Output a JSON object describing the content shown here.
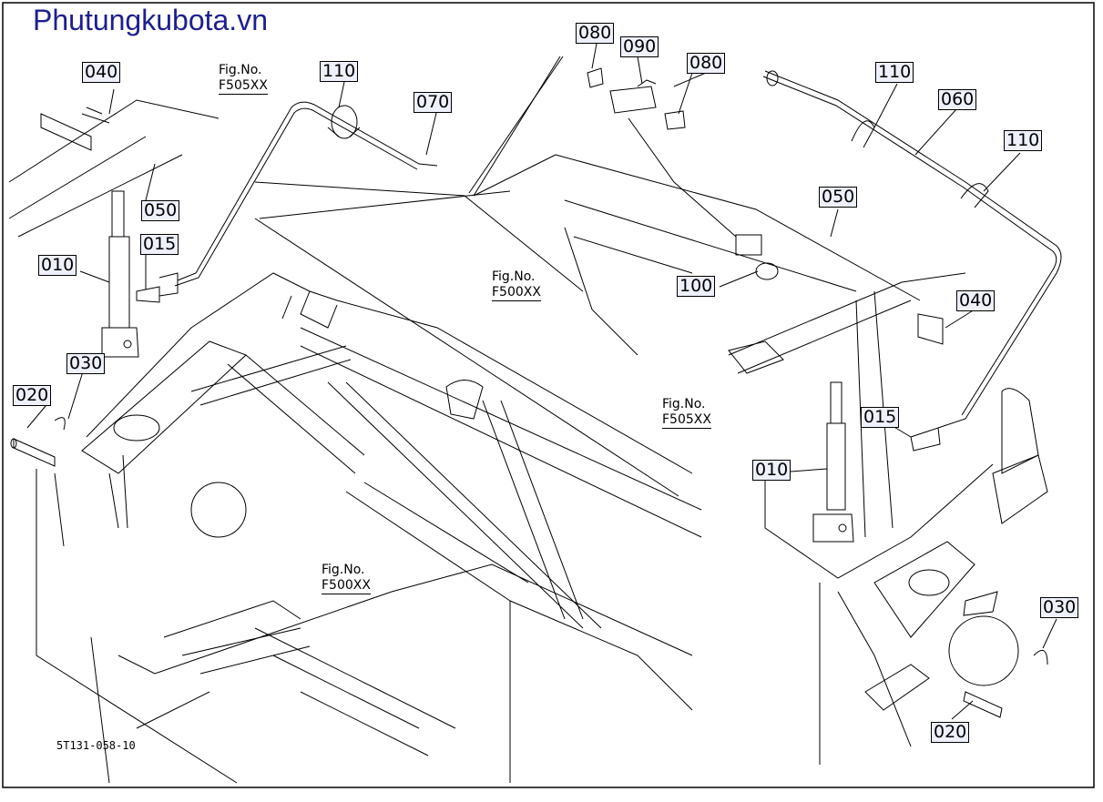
{
  "watermark": "Phutungkubota.vn",
  "drawing_code": "5T131-058-10",
  "figure_refs": [
    {
      "line1": "Fig.No.",
      "line2": "F505XX"
    },
    {
      "line1": "Fig.No.",
      "line2": "F500XX"
    },
    {
      "line1": "Fig.No.",
      "line2": "F500XX"
    },
    {
      "line1": "Fig.No.",
      "line2": "F505XX"
    }
  ],
  "callouts": [
    "040",
    "050",
    "015",
    "010",
    "030",
    "020",
    "110",
    "070",
    "080",
    "090",
    "080",
    "100",
    "110",
    "060",
    "110",
    "050",
    "040",
    "015",
    "010",
    "030",
    "020"
  ]
}
